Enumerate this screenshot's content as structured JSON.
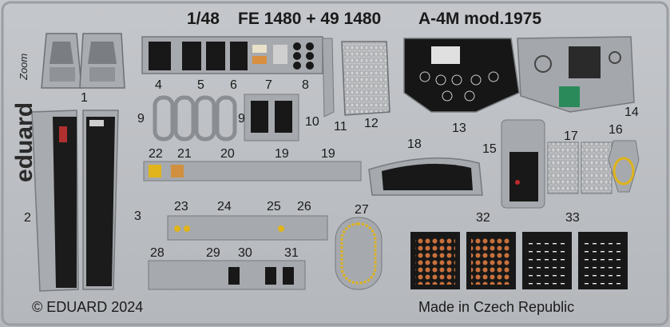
{
  "header": {
    "scale": "1/48",
    "code": "FE 1480 + 49 1480",
    "title": "A-4M mod.1975"
  },
  "brand": {
    "name": "eduard",
    "sub": "Zoom"
  },
  "part_numbers": [
    "1",
    "2",
    "3",
    "4",
    "5",
    "6",
    "7",
    "8",
    "9",
    "9",
    "10",
    "11",
    "12",
    "13",
    "14",
    "15",
    "16",
    "17",
    "18",
    "19",
    "19",
    "20",
    "21",
    "22",
    "23",
    "24",
    "25",
    "26",
    "27",
    "28",
    "29",
    "30",
    "31",
    "32",
    "33"
  ],
  "footer": {
    "copyright": "© EDUARD 2024",
    "origin": "Made in Czech Republic"
  },
  "colors": {
    "fret": "#b9bcc0",
    "panel_black": "#141414",
    "cushion_orange": "#c8703c",
    "belt_yellow": "#e0b41a"
  }
}
